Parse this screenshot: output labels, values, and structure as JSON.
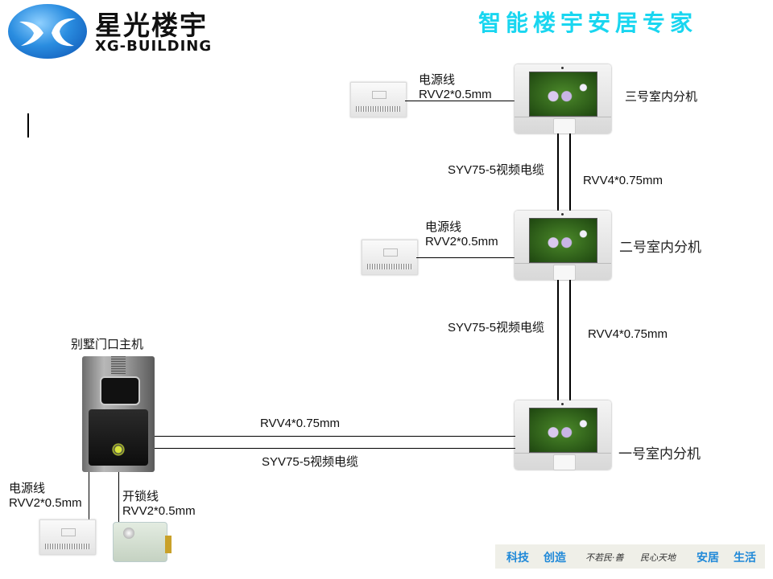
{
  "header": {
    "logo_cn": "星光楼宇",
    "logo_en": "XG-BUILDING",
    "slogan": "智能楼宇安居专家",
    "slogan_color": "#19d6f0"
  },
  "indoor_units": [
    {
      "label": "三号室内分机",
      "power_label": "电源线",
      "power_spec": "RVV2*0.5mm"
    },
    {
      "label": "二号室内分机",
      "power_label": "电源线",
      "power_spec": "RVV2*0.5mm"
    },
    {
      "label": "一号室内分机"
    }
  ],
  "riser_cables": [
    {
      "video": "SYV75-5视频电缆",
      "signal": "RVV4*0.75mm"
    },
    {
      "video": "SYV75-5视频电缆",
      "signal": "RVV4*0.75mm"
    }
  ],
  "main_cable": {
    "signal": "RVV4*0.75mm",
    "video": "SYV75-5视频电缆"
  },
  "door_station": {
    "label": "别墅门口主机",
    "power_label": "电源线",
    "power_spec": "RVV2*0.5mm",
    "lock_label": "开锁线",
    "lock_spec": "RVV2*0.5mm"
  },
  "footer": {
    "left1": "科技",
    "left2": "创造",
    "sig1": "不若民·善",
    "sig2": "民心天地",
    "right1": "安居",
    "right2": "生活",
    "accent": "#1e88d8"
  }
}
